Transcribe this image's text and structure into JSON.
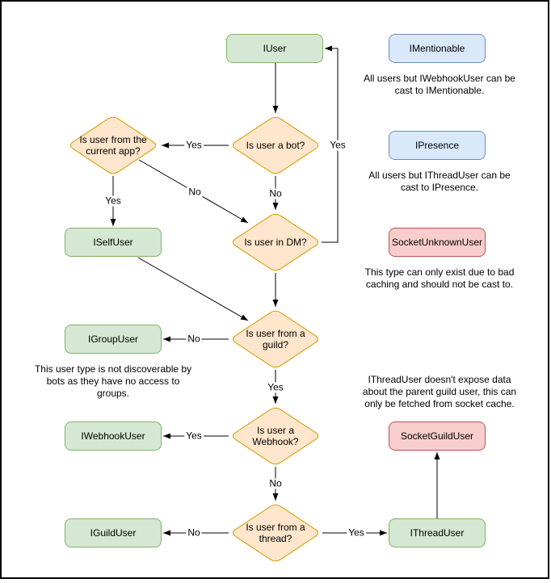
{
  "colors": {
    "green_fill": "#d5e8d4",
    "green_border": "#82b366",
    "orange_fill": "#ffe6cc",
    "orange_border": "#d79b00",
    "blue_fill": "#dae8fc",
    "blue_border": "#6c8ebf",
    "red_fill": "#f8cecc",
    "red_border": "#b85450",
    "edge_stroke": "#000000"
  },
  "nodes": {
    "iuser": "IUser",
    "imentionable": "IMentionable",
    "ipresence": "IPresence",
    "socket_unknown_user": "SocketUnknownUser",
    "iself_user": "ISelfUser",
    "igroup_user": "IGroupUser",
    "iwebhook_user": "IWebhookUser",
    "iguild_user": "IGuildUser",
    "ithread_user": "IThreadUser",
    "socket_guild_user": "SocketGuildUser"
  },
  "decisions": {
    "is_bot": "Is user a bot?",
    "is_current_app": "Is user from the\ncurrent app?",
    "is_dm": "Is user in DM?",
    "is_guild": "Is user from a\nguild?",
    "is_webhook": "Is user a\nWebhook?",
    "is_thread": "Is user from a\nthread?"
  },
  "edge_labels": {
    "bot_yes": "Yes",
    "bot_no": "No",
    "dm_yes": "Yes",
    "app_yes": "Yes",
    "app_no": "No",
    "guild_no": "No",
    "guild_yes": "Yes",
    "webhook_yes": "Yes",
    "webhook_no": "No",
    "thread_no": "No",
    "thread_yes": "Yes"
  },
  "notes": {
    "imentionable": "All users but IWebhookUser can be\ncast to IMentionable.",
    "ipresence": "All users but IThreadUser can be\ncast to IPresence.",
    "socket_unknown": "This type can only exist due to bad\ncaching and should not be cast to.",
    "igroup": "This user type is not discoverable by\nbots as they have no access to\ngroups.",
    "ithread": "IThreadUser doesn't expose data\nabout the parent guild user, this can\nonly be fetched from socket cache."
  }
}
